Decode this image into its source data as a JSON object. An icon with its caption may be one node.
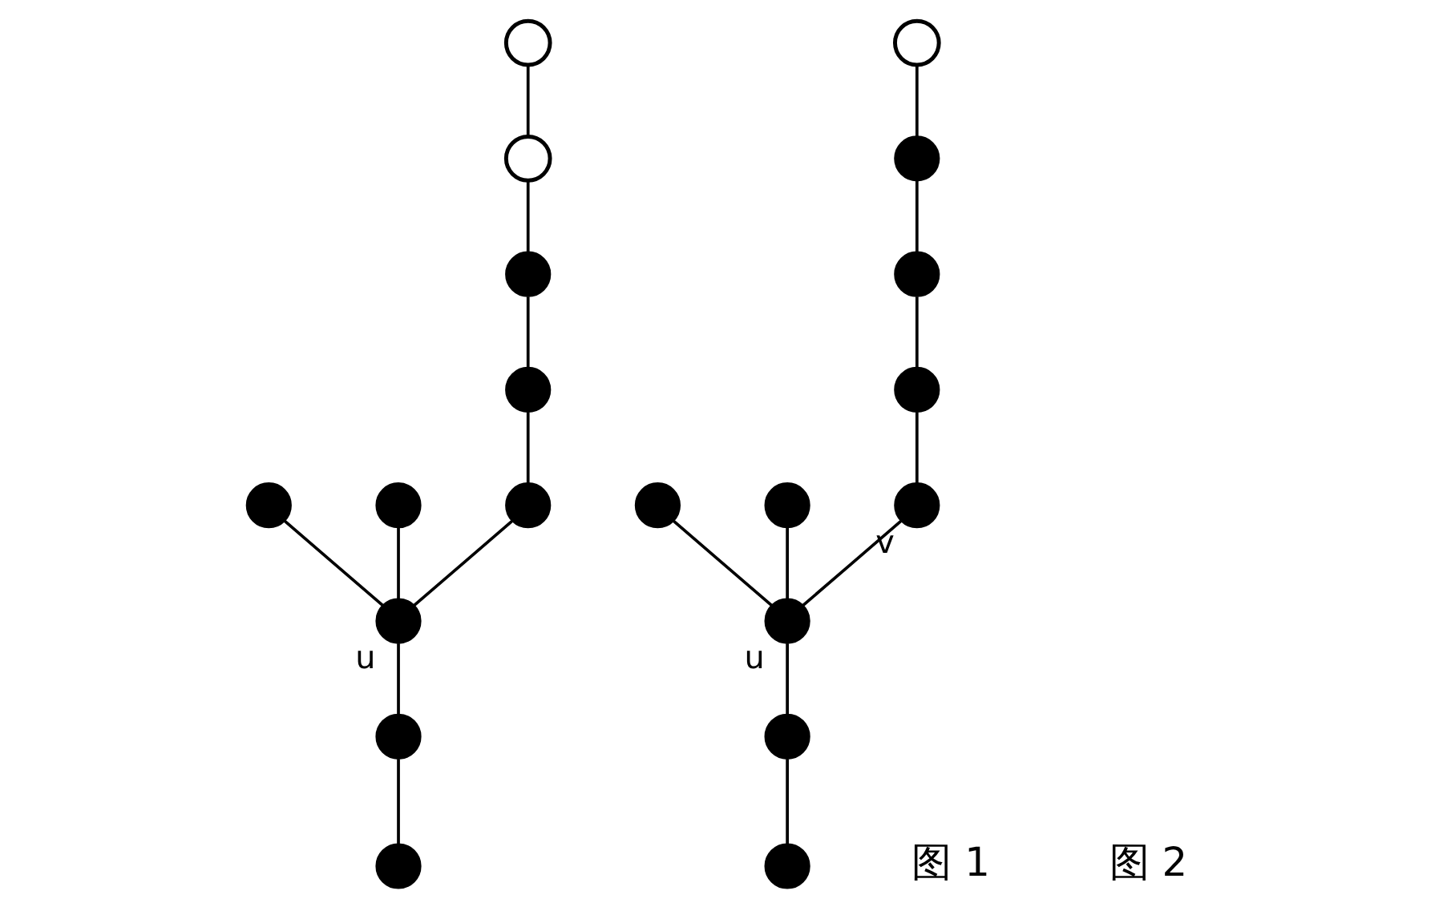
{
  "diagram": {
    "nodes": [
      {
        "text": [],
        "shape": "dot"
      },
      {
        "text": [],
        "shape": "dot"
      },
      {
        "text": [],
        "shape": "dot",
        "beside": [
          "u"
        ]
      },
      {
        "text": [],
        "shape": "dot"
      },
      {
        "text": [],
        "shape": "dot"
      },
      {
        "text": [],
        "shape": "dot"
      },
      {
        "text": [],
        "shape": "dot"
      },
      {
        "text": [],
        "shape": "dot"
      },
      {
        "text": [],
        "shape": "circle"
      },
      {
        "text": [],
        "shape": "circle"
      },
      {
        "text": [],
        "shape": "dot"
      },
      {
        "text": [],
        "shape": "dot"
      },
      {
        "text": [],
        "shape": "dot",
        "beside": [
          "u"
        ]
      },
      {
        "text": [],
        "shape": "dot"
      },
      {
        "text": [],
        "shape": "dot"
      },
      {
        "text": [],
        "shape": "dot",
        "beside": [
          "v"
        ]
      },
      {
        "text": [],
        "shape": "dot"
      },
      {
        "text": [],
        "shape": "dot"
      },
      {
        "text": [],
        "shape": "dot"
      },
      {
        "text": [],
        "shape": "circle"
      }
    ],
    "edges": [
      {
        "from": 0,
        "to": 1,
        "arrow": "none"
      },
      {
        "from": 1,
        "to": 2,
        "arrow": "none"
      },
      {
        "from": 2,
        "to": 3,
        "arrow": "none"
      },
      {
        "from": 2,
        "to": 4,
        "arrow": "none"
      },
      {
        "from": 2,
        "to": 5,
        "arrow": "none"
      },
      {
        "from": 5,
        "to": 6,
        "arrow": "none"
      },
      {
        "from": 6,
        "to": 7,
        "arrow": "none"
      },
      {
        "from": 7,
        "to": 8,
        "arrow": "none"
      },
      {
        "from": 8,
        "to": 9,
        "arrow": "none"
      },
      {
        "from": 10,
        "to": 11,
        "arrow": "none"
      },
      {
        "from": 11,
        "to": 12,
        "arrow": "none"
      },
      {
        "from": 12,
        "to": 13,
        "arrow": "none"
      },
      {
        "from": 12,
        "to": 14,
        "arrow": "none"
      },
      {
        "from": 12,
        "to": 15,
        "arrow": "none"
      },
      {
        "from": 15,
        "to": 16,
        "arrow": "none"
      },
      {
        "from": 16,
        "to": 17,
        "arrow": "none"
      },
      {
        "from": 17,
        "to": 18,
        "arrow": "none"
      },
      {
        "from": 18,
        "to": 19,
        "arrow": "none"
      }
    ],
    "labels": [
      "图 1",
      "图 2"
    ]
  }
}
